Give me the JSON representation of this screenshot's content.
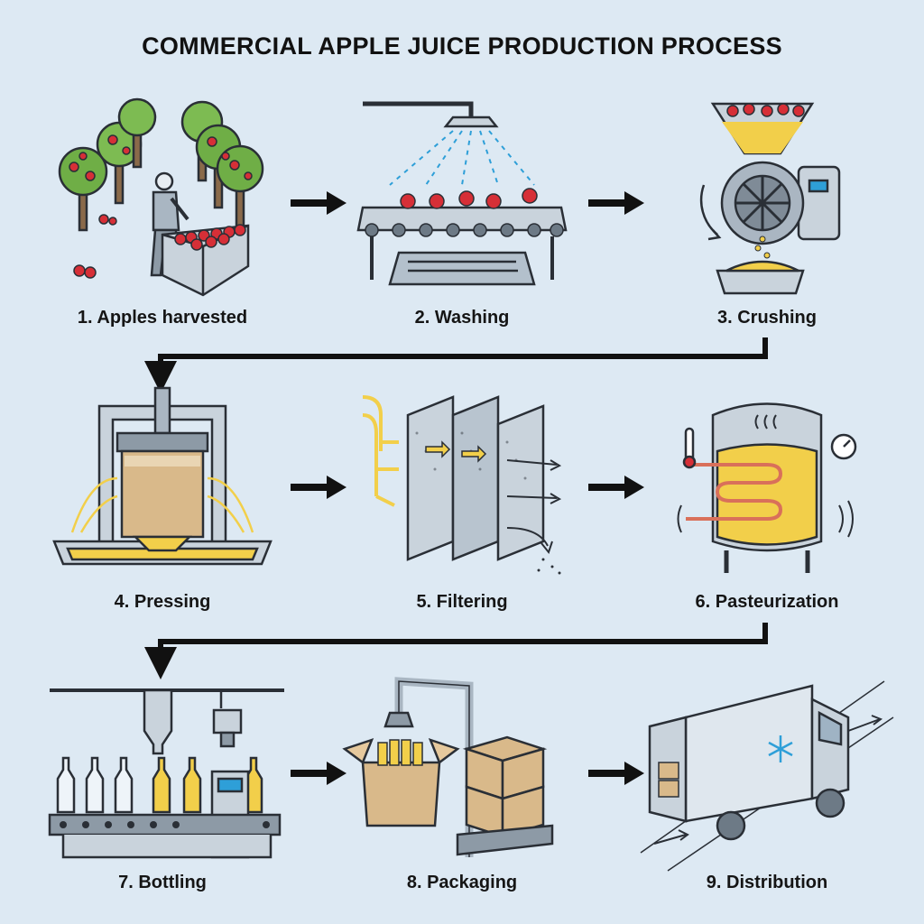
{
  "title": "COMMERCIAL APPLE JUICE PRODUCTION PROCESS",
  "steps": [
    {
      "label": "1. Apples harvested",
      "icon": "orchard-harvest-icon"
    },
    {
      "label": "2. Washing",
      "icon": "washing-conveyor-icon"
    },
    {
      "label": "3. Crushing",
      "icon": "crusher-machine-icon"
    },
    {
      "label": "4. Pressing",
      "icon": "juice-press-icon"
    },
    {
      "label": "5. Filtering",
      "icon": "filter-screens-icon"
    },
    {
      "label": "6. Pasteurization",
      "icon": "pasteurization-tank-icon"
    },
    {
      "label": "7. Bottling",
      "icon": "bottling-line-icon"
    },
    {
      "label": "8. Packaging",
      "icon": "packaging-robot-icon"
    },
    {
      "label": "9. Distribution",
      "icon": "refrigerated-truck-icon"
    }
  ],
  "colors": {
    "background": "#dde9f3",
    "outline": "#2a2f36",
    "metal": "#c9d3dc",
    "juice": "#f2cf4a",
    "apple": "#d62f37",
    "leaf": "#6fae46",
    "cardboard": "#d9b98a",
    "flow_arrow": "#111111"
  }
}
